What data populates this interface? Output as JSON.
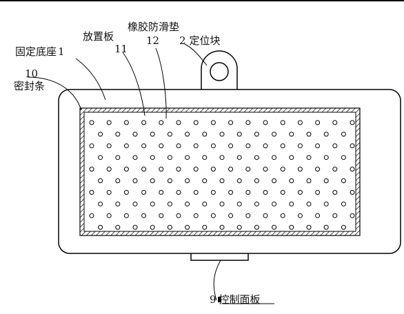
{
  "labels": {
    "base_name": "固定底座",
    "base_num": "1",
    "seal_num": "10",
    "seal_name": "密封条",
    "plate_name": "放置板",
    "plate_num": "11",
    "pad_name": "橡胶防滑垫",
    "pad_num": "12",
    "block_num": "2",
    "block_name": "定位块",
    "panel_num": "9",
    "panel_name": "控制面板"
  },
  "hole_grid": {
    "rows": 10,
    "cols": 16,
    "staggered": true
  }
}
